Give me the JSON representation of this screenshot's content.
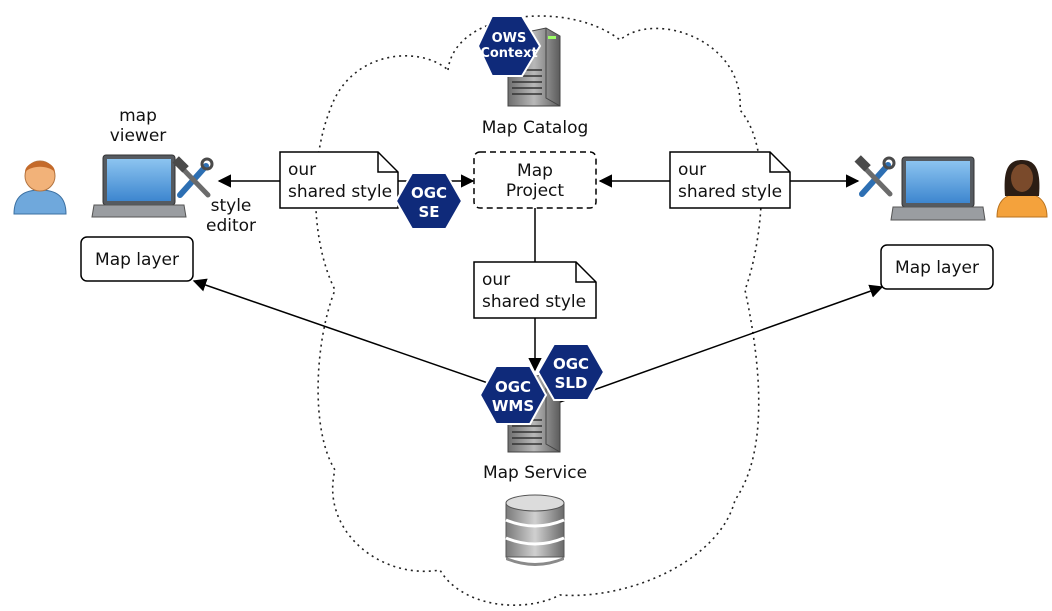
{
  "map_viewer": {
    "line1": "map",
    "line2": "viewer"
  },
  "style_editor": {
    "line1": "style",
    "line2": "editor"
  },
  "map_catalog": {
    "label": "Map Catalog"
  },
  "map_project": {
    "line1": "Map",
    "line2": "Project"
  },
  "map_service": {
    "label": "Map Service"
  },
  "map_layer_left": {
    "label": "Map layer"
  },
  "map_layer_right": {
    "label": "Map layer"
  },
  "shared_style_left": {
    "line1": "our",
    "line2": "shared style"
  },
  "shared_style_right": {
    "line1": "our",
    "line2": "shared style"
  },
  "shared_style_center": {
    "line1": "our",
    "line2": "shared style"
  },
  "badges": {
    "ows_context": {
      "line1": "OWS",
      "line2": "Context"
    },
    "ogc_se": {
      "line1": "OGC",
      "line2": "SE"
    },
    "ogc_wms": {
      "line1": "OGC",
      "line2": "WMS"
    },
    "ogc_sld": {
      "line1": "OGC",
      "line2": "SLD"
    }
  },
  "colors": {
    "badge": "#0f2a7a",
    "laptop_screen": "#5aa4e2",
    "laptop_body": "#8a8d91",
    "user_male_shirt": "#6fa8dc",
    "user_female_shirt": "#f4a23c",
    "skin": "#f2b279",
    "dark_skin": "#7a4a2b",
    "server": "#9a9a9a",
    "database": "#b0b0b0"
  },
  "icons": [
    "user-icon",
    "laptop-icon",
    "tools-icon",
    "server-icon",
    "database-icon"
  ]
}
